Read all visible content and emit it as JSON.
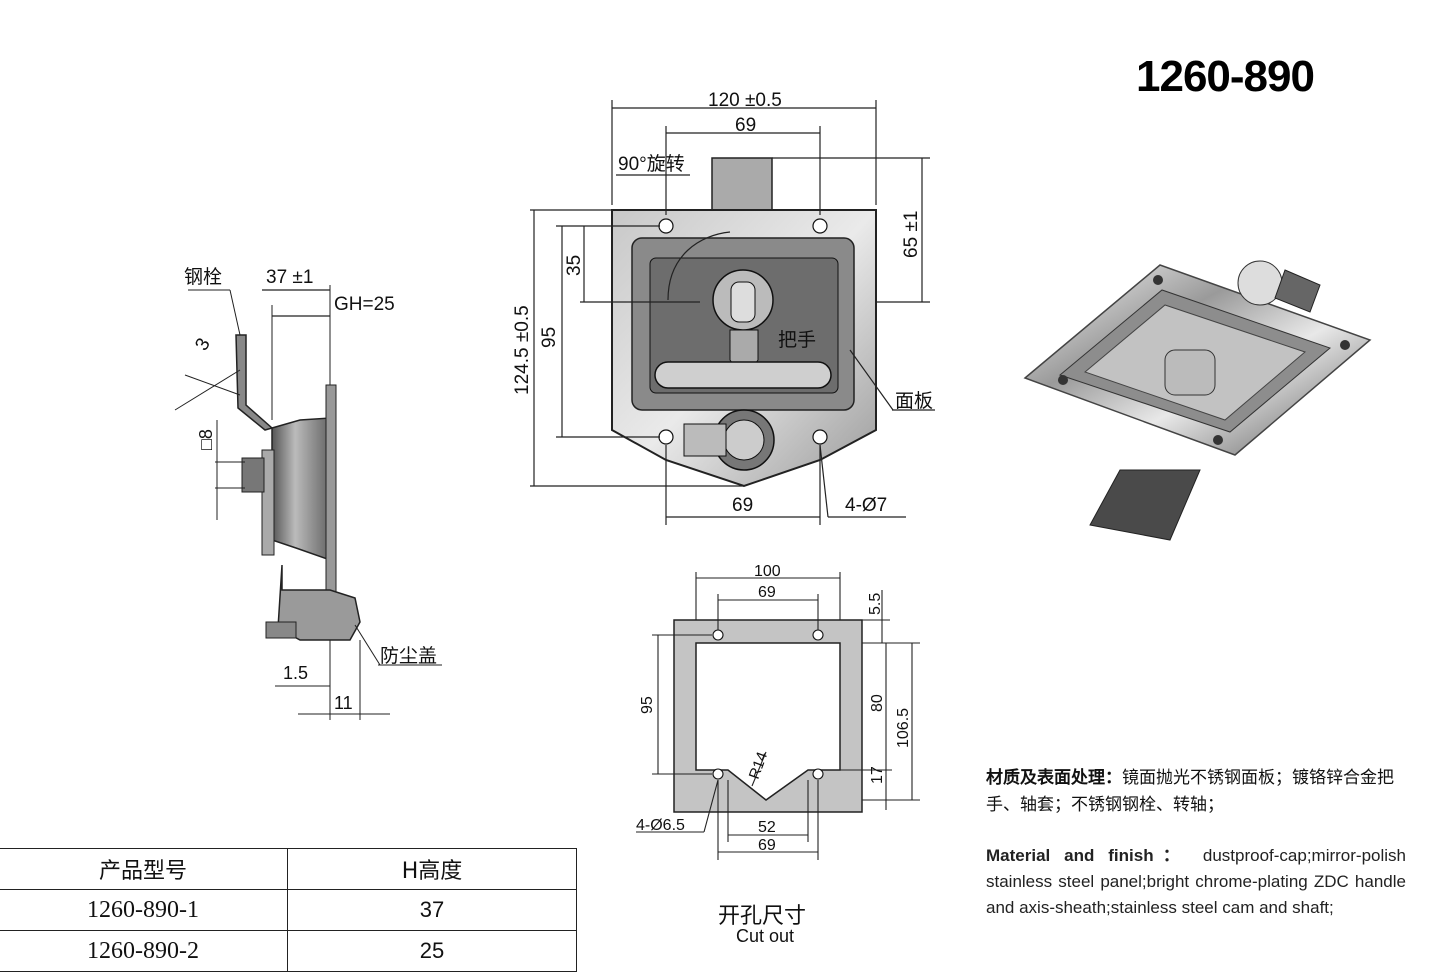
{
  "title": "1260-890",
  "side_view": {
    "label_bolt": "钢栓",
    "dim_37": "37 ±1",
    "dim_gh": "GH=25",
    "dim_3": "3",
    "dim_sq8": "□8",
    "label_dust_cap": "防尘盖",
    "dim_1_5": "1.5",
    "dim_11": "11"
  },
  "front_view": {
    "dim_120": "120 ±0.5",
    "dim_69_top": "69",
    "rotation": "90°旋转",
    "dim_65": "65 ±1",
    "dim_35": "35",
    "dim_124_5": "124.5 ±0.5",
    "dim_95": "95",
    "label_handle": "把手",
    "label_panel": "面板",
    "dim_69_bottom": "69",
    "holes": "4-Ø7"
  },
  "cutout_view": {
    "dim_100": "100",
    "dim_69_top": "69",
    "dim_5_5": "5.5",
    "dim_95": "95",
    "dim_80": "80",
    "dim_106_5": "106.5",
    "dim_r14": "R14",
    "dim_17": "17",
    "holes": "4-Ø6.5",
    "dim_52": "52",
    "dim_69_bottom": "69",
    "caption_cn": "开孔尺寸",
    "caption_en": "Cut out"
  },
  "table": {
    "headers": [
      "产品型号",
      "H高度"
    ],
    "rows": [
      {
        "model": "1260-890-1",
        "h": "37"
      },
      {
        "model": "1260-890-2",
        "h": "25"
      }
    ]
  },
  "material": {
    "cn_label": "材质及表面处理：",
    "cn_text": "镜面抛光不锈钢面板；镀铬锌合金把手、轴套；不锈钢钢栓、转轴；",
    "en_label": "Material  and  finish：",
    "en_text": " dustproof-cap;mirror-polish stainless steel panel;bright chrome-plating ZDC handle and axis-sheath;stainless steel cam and shaft;"
  }
}
